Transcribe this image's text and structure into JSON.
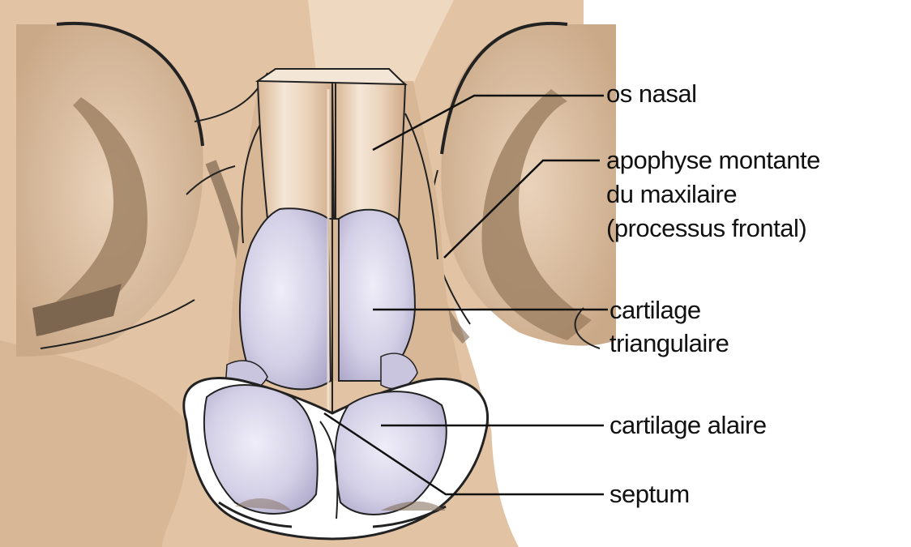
{
  "labels": {
    "os_nasal": "os nasal",
    "apophyse_line1": "apophyse montante",
    "apophyse_line2": "du maxilaire",
    "apophyse_line3": "(processus frontal)",
    "cartilage_tri_line1": "cartilage",
    "cartilage_tri_line2": "triangulaire",
    "cartilage_alaire": "cartilage alaire",
    "septum": "septum"
  },
  "colors": {
    "skin": "#e2c3a4",
    "skin_light": "#eed8c0",
    "skin_dark": "#a08264",
    "shadow": "#7d6650",
    "bone": "#e7cfb5",
    "bone_light": "#f4e6d6",
    "cartilage": "#cfcbe3",
    "cartilage_light": "#e4e1f1",
    "cartilage_shade": "#a9a4c5",
    "outline": "#222222",
    "background": "#ffffff"
  }
}
